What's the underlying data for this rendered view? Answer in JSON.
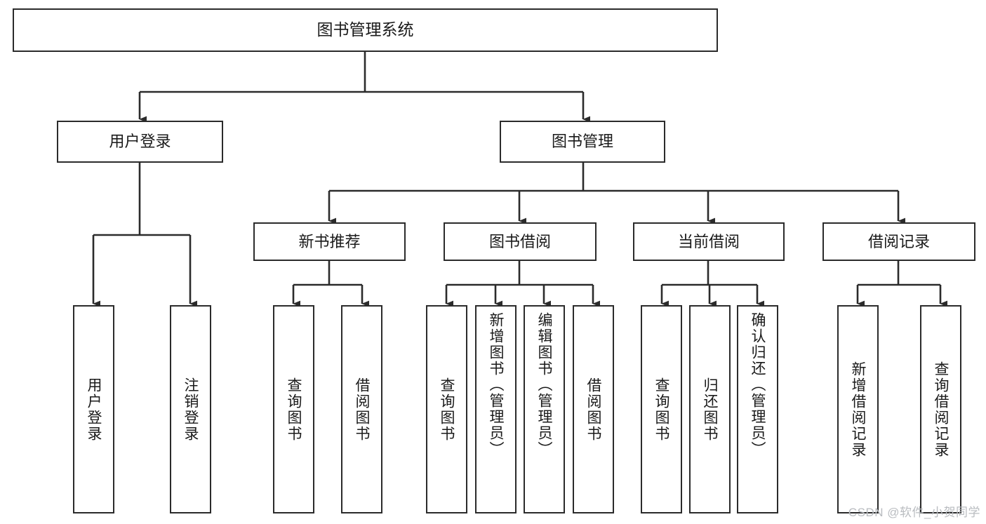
{
  "diagram": {
    "title": "图书管理系统",
    "watermark": "CSDN @软件_小贺同学",
    "stroke_color": "#2b2b2b",
    "background_color": "#ffffff",
    "text_color": "#1a1a1a",
    "watermark_color": "#b9bcc0",
    "levels": {
      "root": "图书管理系统",
      "level2": [
        "用户登录",
        "图书管理"
      ],
      "level3": [
        "新书推荐",
        "图书借阅",
        "当前借阅",
        "借阅记录"
      ]
    },
    "nodes": {
      "root": {
        "label": "图书管理系统"
      },
      "user_login": {
        "label": "用户登录"
      },
      "book_manage": {
        "label": "图书管理"
      },
      "new_book_rec": {
        "label": "新书推荐"
      },
      "book_borrow": {
        "label": "图书借阅"
      },
      "current_borrow": {
        "label": "当前借阅"
      },
      "borrow_record": {
        "label": "借阅记录"
      },
      "leaf_user_login": {
        "label": "用户登录"
      },
      "leaf_logout": {
        "label": "注销登录"
      },
      "leaf_query_book_a": {
        "label": "查询图书"
      },
      "leaf_borrow_book_a": {
        "label": "借阅图书"
      },
      "leaf_query_book_b": {
        "label": "查询图书"
      },
      "leaf_add_book": {
        "label": "新增图书（管理员）"
      },
      "leaf_edit_book": {
        "label": "编辑图书（管理员）"
      },
      "leaf_borrow_book_b": {
        "label": "借阅图书"
      },
      "leaf_query_book_c": {
        "label": "查询图书"
      },
      "leaf_return_book": {
        "label": "归还图书"
      },
      "leaf_confirm_return": {
        "label": "确认归还（管理员）"
      },
      "leaf_add_record": {
        "label": "新增借阅记录"
      },
      "leaf_query_record": {
        "label": "查询借阅记录"
      }
    },
    "edges": [
      {
        "from": "root",
        "to": "user_login"
      },
      {
        "from": "root",
        "to": "book_manage"
      },
      {
        "from": "user_login",
        "to": "leaf_user_login"
      },
      {
        "from": "user_login",
        "to": "leaf_logout"
      },
      {
        "from": "book_manage",
        "to": "new_book_rec"
      },
      {
        "from": "book_manage",
        "to": "book_borrow"
      },
      {
        "from": "book_manage",
        "to": "current_borrow"
      },
      {
        "from": "book_manage",
        "to": "borrow_record"
      },
      {
        "from": "new_book_rec",
        "to": "leaf_query_book_a"
      },
      {
        "from": "new_book_rec",
        "to": "leaf_borrow_book_a"
      },
      {
        "from": "book_borrow",
        "to": "leaf_query_book_b"
      },
      {
        "from": "book_borrow",
        "to": "leaf_add_book"
      },
      {
        "from": "book_borrow",
        "to": "leaf_edit_book"
      },
      {
        "from": "book_borrow",
        "to": "leaf_borrow_book_b"
      },
      {
        "from": "current_borrow",
        "to": "leaf_query_book_c"
      },
      {
        "from": "current_borrow",
        "to": "leaf_return_book"
      },
      {
        "from": "current_borrow",
        "to": "leaf_confirm_return"
      },
      {
        "from": "borrow_record",
        "to": "leaf_add_record"
      },
      {
        "from": "borrow_record",
        "to": "leaf_query_record"
      }
    ]
  }
}
